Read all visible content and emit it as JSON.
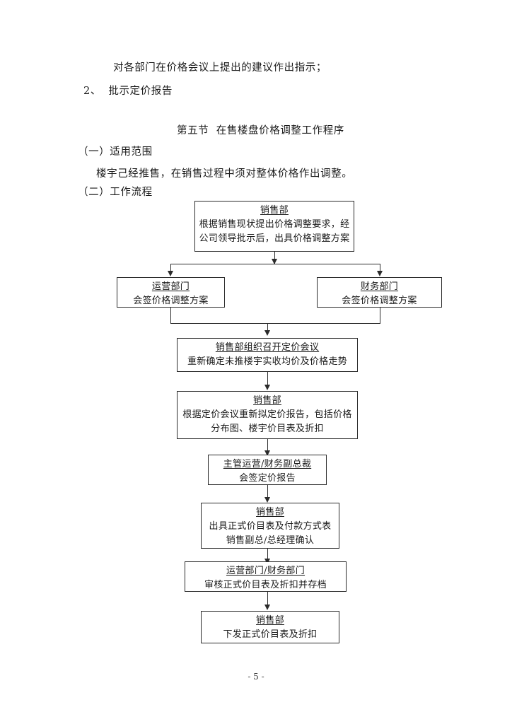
{
  "document": {
    "page_number_label": "- 5 -",
    "paragraphs": [
      {
        "id": "p1",
        "text": "对各部门在价格会议上提出的建议作出指示；",
        "style": "indent2"
      },
      {
        "id": "p2",
        "text": "2、  批示定价报告",
        "style": "num"
      },
      {
        "id": "heading",
        "text": "第五节  在售楼盘价格调整工作程序",
        "style": "center"
      },
      {
        "id": "p3",
        "text": "（一）适用范围",
        "style": "left"
      },
      {
        "id": "p4",
        "text": "楼宇己经推售，在销售过程中须对整体价格作出调整。",
        "style": "indent1"
      },
      {
        "id": "p5",
        "text": "（二）工作流程",
        "style": "left"
      }
    ]
  },
  "flowchart": {
    "nodes": [
      {
        "id": "n1",
        "title": "销售部",
        "lines": [
          "根据销售现状提出价格调整要求，经",
          "公司领导批示后，出具价格调整方案"
        ]
      },
      {
        "id": "n2a",
        "title": "运营部门",
        "lines": [
          "会签价格调整方案"
        ]
      },
      {
        "id": "n2b",
        "title": "财务部门",
        "lines": [
          "会签价格调整方案"
        ]
      },
      {
        "id": "n3",
        "title": "销售部组织召开定价会议",
        "lines": [
          "重新确定未推楼宇实收均价及价格走势"
        ]
      },
      {
        "id": "n4",
        "title": "销售部",
        "lines": [
          "根据定价会议重新拟定价报告，包括价格",
          "分布图、楼宇价目表及折扣"
        ]
      },
      {
        "id": "n5",
        "title": "主管运营/财务副总裁",
        "lines": [
          "会签定价报告"
        ]
      },
      {
        "id": "n6",
        "title": "销售部",
        "lines": [
          "出具正式价目表及付款方式表",
          "销售副总/总经理确认"
        ]
      },
      {
        "id": "n7",
        "title": "运营部门/财务部门",
        "lines": [
          "审核正式价目表及折扣并存档"
        ]
      },
      {
        "id": "n8",
        "title": "销售部",
        "lines": [
          "下发正式价目表及折扣"
        ]
      }
    ]
  },
  "colors": {
    "page_background": "#ffffff",
    "text": "#1a1a1a",
    "stroke": "#2b2b2b"
  }
}
